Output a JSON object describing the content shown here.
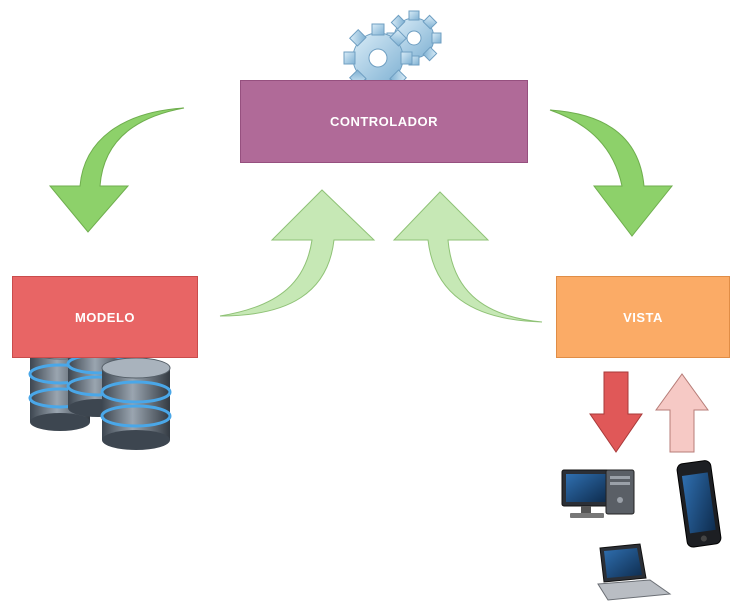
{
  "boxes": {
    "controlador": "CONTROLADOR",
    "modelo": "MODELO",
    "vista": "VISTA"
  },
  "colors": {
    "controlador": "#b06a98",
    "modelo": "#e86565",
    "vista": "#fbab66",
    "arrow_dark_green": "#8dd16a",
    "arrow_light_green": "#c6e8b5",
    "arrow_red": "#e05858",
    "arrow_pink": "#f6c9c5"
  },
  "icons": [
    "gears-icon",
    "database-icon",
    "desktop-computer-icon",
    "smartphone-icon",
    "laptop-icon"
  ]
}
